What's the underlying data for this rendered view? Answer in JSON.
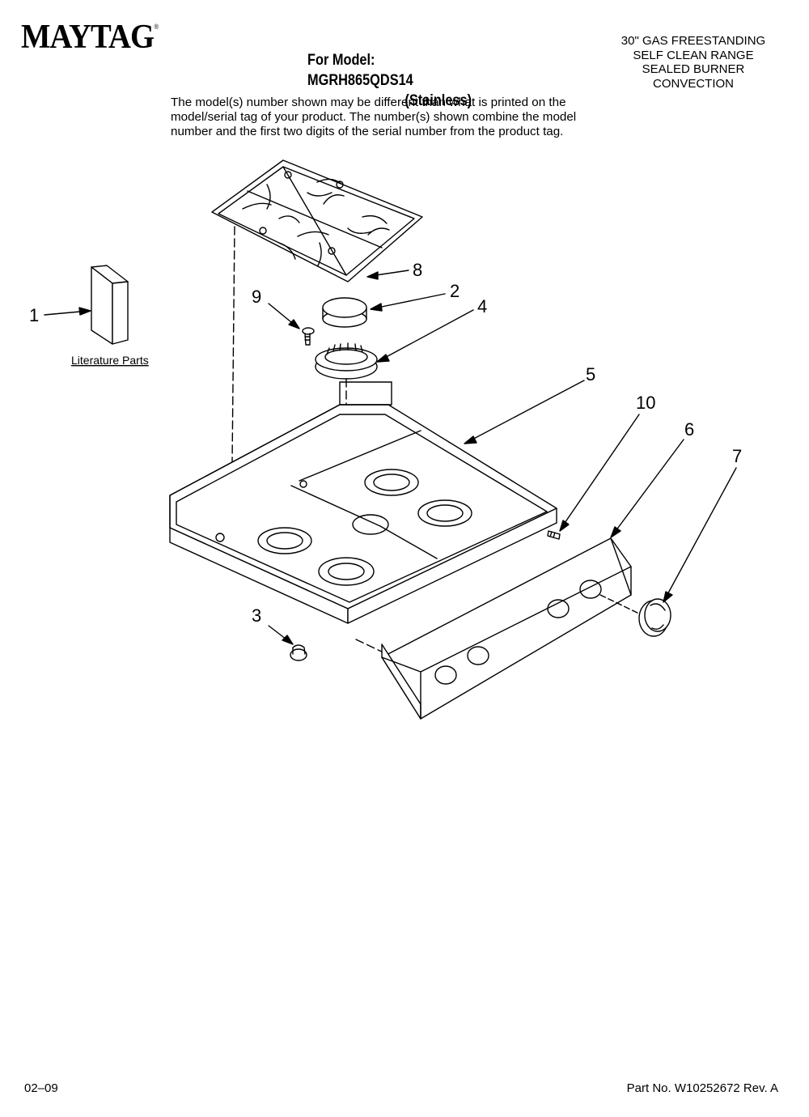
{
  "header": {
    "brand": "MAYTAG",
    "brand_mark": "®",
    "model_line1": "For Model: MGRH865QDS14",
    "model_line2": "(Stainless)",
    "description_lines": [
      "30\" GAS FREESTANDING",
      "SELF CLEAN RANGE",
      "SEALED BURNER",
      "CONVECTION"
    ],
    "note_lines": [
      "The model(s) number shown may be different than what is printed on the",
      "model/serial tag of your product. The number(s) shown combine the model",
      "number and the first two digits of the serial number from the product tag."
    ]
  },
  "diagram": {
    "literature_label": "Literature Parts",
    "callouts": {
      "c1": "1",
      "c2": "2",
      "c3": "3",
      "c4": "4",
      "c5": "5",
      "c6": "6",
      "c7": "7",
      "c8": "8",
      "c9": "9",
      "c10": "10"
    }
  },
  "footer": {
    "date": "02–09",
    "part_no": "Part No. W10252672 Rev. A"
  }
}
